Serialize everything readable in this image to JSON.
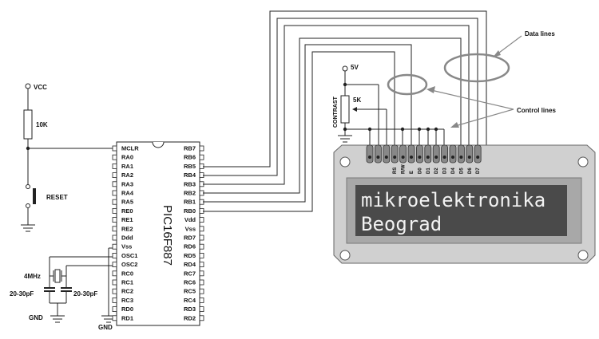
{
  "labels": {
    "vcc": "VCC",
    "r1": "10K",
    "reset": "RESET",
    "gnd_left": "GND",
    "gnd_mcu": "GND",
    "crystal": "4MHz",
    "cap_left": "20-30pF",
    "cap_right": "20-30pF",
    "supply_5v": "5V",
    "pot": "5K",
    "contrast": "CONTRAST",
    "data_lines": "Data lines",
    "control_lines": "Control lines"
  },
  "mcu": {
    "name": "PIC16F887",
    "left_pins": [
      "MCLR",
      "RA0",
      "RA1",
      "RA2",
      "RA3",
      "RA4",
      "RA5",
      "RE0",
      "RE1",
      "RE2",
      "Ddd",
      "Vss",
      "OSC1",
      "OSC2",
      "RC0",
      "RC1",
      "RC2",
      "RC3",
      "RD0",
      "RD1"
    ],
    "right_pins": [
      "RB7",
      "RB6",
      "RB5",
      "RB4",
      "RB3",
      "RB2",
      "RB1",
      "RB0",
      "Vdd",
      "Vss",
      "RD7",
      "RD6",
      "RD5",
      "RD4",
      "RC7",
      "RC6",
      "RC5",
      "RC4",
      "RD3",
      "RD2"
    ]
  },
  "lcd": {
    "pin_labels": [
      "RS",
      "R/W",
      "E",
      "D0",
      "D1",
      "D2",
      "D3",
      "D4",
      "D5",
      "D6",
      "D7"
    ],
    "line1": "mikroelektronika",
    "line2": "Beograd"
  }
}
